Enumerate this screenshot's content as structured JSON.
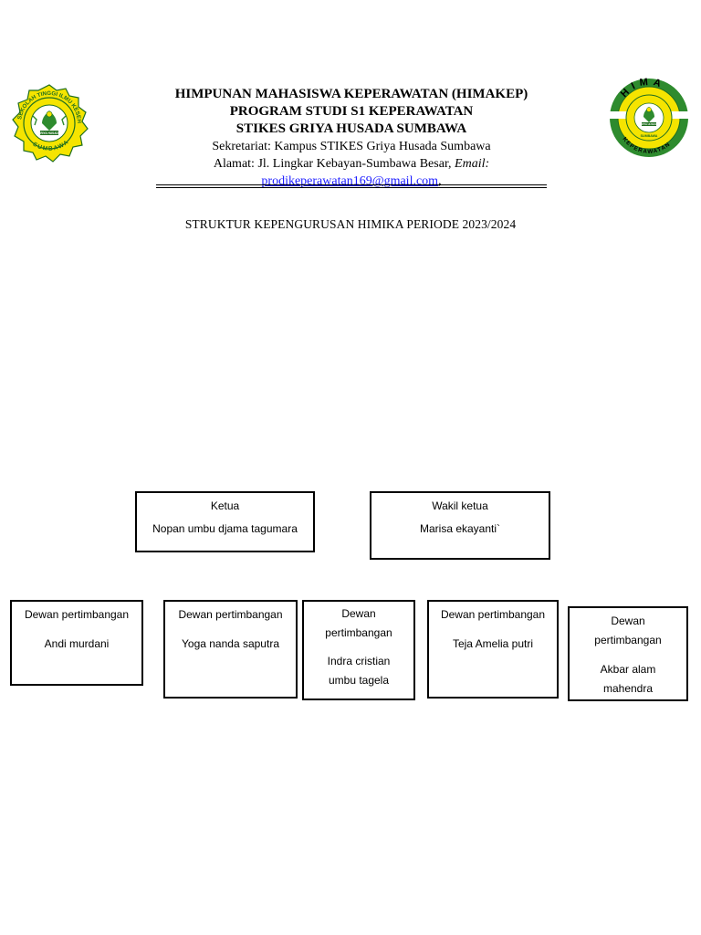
{
  "header": {
    "line1": "HIMPUNAN MAHASISWA KEPERAWATAN (HIMAKEP)",
    "line2": "PROGRAM STUDI S1 KEPERAWATAN",
    "line3": "STIKES GRIYA HUSADA SUMBAWA",
    "line4": "Sekretariat: Kampus STIKES Griya Husada Sumbawa",
    "line5_prefix": "Alamat: Jl. Lingkar Kebayan-Sumbawa Besar, ",
    "line5_email_label": "Email:",
    "email": "prodikeperawatan169@gmail.com",
    "email_suffix": ","
  },
  "logos": {
    "left": {
      "ring_text_top": "SEKOLAH TINGGI ILMU KESEHATAN",
      "inner_text": "GRIYA HUSADA",
      "bottom_text": "SUMBAWA"
    },
    "right": {
      "top_text": "HIMA",
      "bottom_text": "KEPERAWATAN",
      "inner_text": "GRIYA HUSADA",
      "inner_bottom": "SUMBAWA"
    }
  },
  "document_title": "STRUKTUR KEPENGURUSAN  HIMIKA PERIODE 2023/2024",
  "ketua": {
    "title": "Ketua",
    "name": "Nopan umbu djama tagumara"
  },
  "wakil": {
    "title": "Wakil ketua",
    "name": "Marisa ekayanti`"
  },
  "dewan": [
    {
      "title": "Dewan pertimbangan",
      "name": "Andi murdani"
    },
    {
      "title": "Dewan pertimbangan",
      "name": "Yoga nanda saputra"
    },
    {
      "title_l1": "Dewan",
      "title_l2": "pertimbangan",
      "name_l1": "Indra cristian",
      "name_l2": "umbu tagela"
    },
    {
      "title": "Dewan pertimbangan",
      "name": "Teja Amelia putri"
    },
    {
      "title_l1": "Dewan",
      "title_l2": "pertimbangan",
      "name_l1": "Akbar alam",
      "name_l2": "mahendra"
    }
  ],
  "colors": {
    "logo_yellow": "#f5e400",
    "logo_green": "#2e8b2e",
    "logo_dark_green": "#1f6e1f",
    "link_blue": "#1a1aff"
  }
}
